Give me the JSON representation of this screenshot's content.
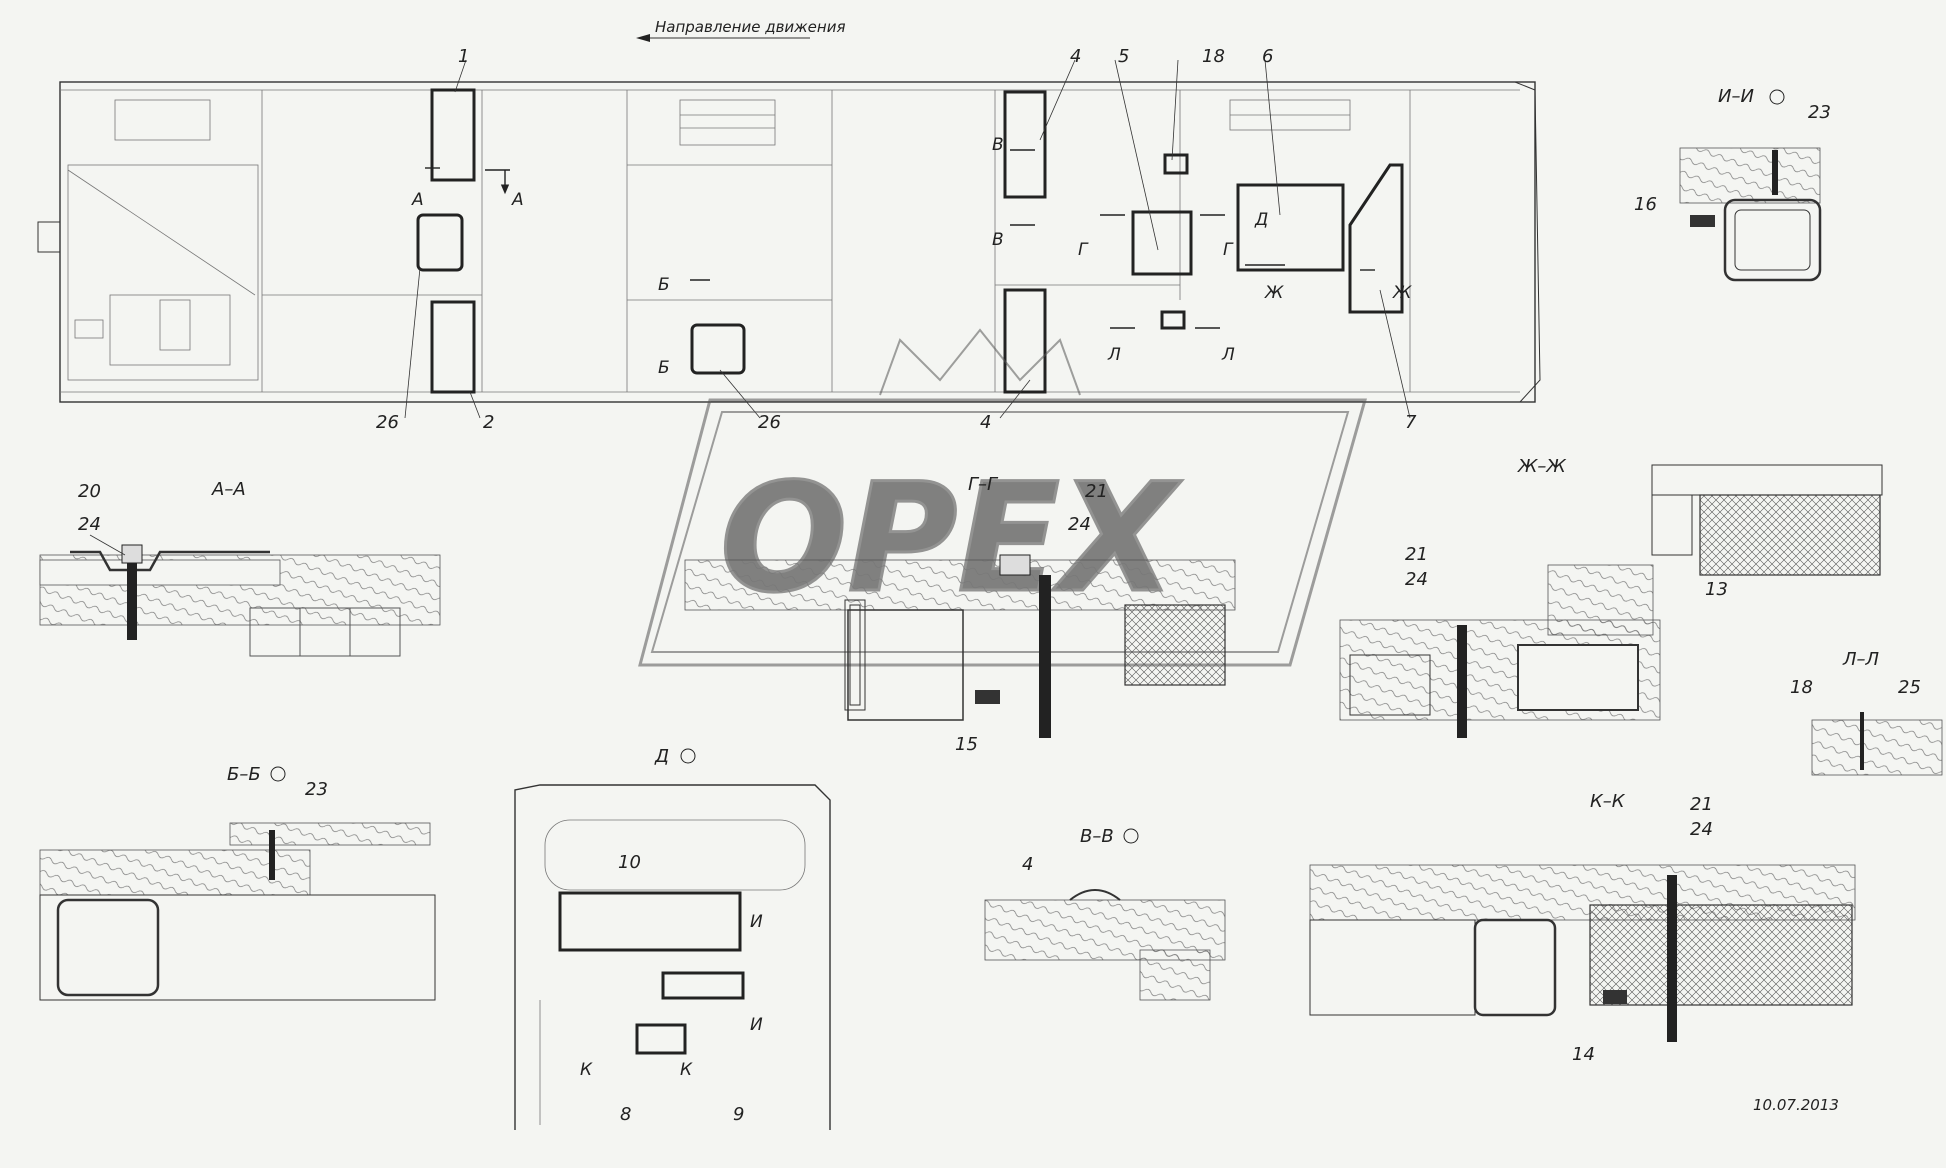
{
  "direction": "Направление движения",
  "watermark": "OPEX",
  "date": "10.07.2013",
  "callouts": {
    "c1": "1",
    "c2": "2",
    "c4a": "4",
    "c4b": "4",
    "c5": "5",
    "c6": "6",
    "c7": "7",
    "c18": "18",
    "c26a": "26",
    "c26b": "26"
  },
  "cut_marks": {
    "a1": "А",
    "a2": "А",
    "b1": "Б",
    "b2": "Б",
    "v1": "В",
    "v2": "В",
    "g1": "Г",
    "g2": "Г",
    "d1": "Д",
    "zh1": "Ж",
    "zh2": "Ж",
    "l1": "Л",
    "l2": "Л",
    "i1": "И",
    "i2": "И",
    "k1": "К",
    "k2": "К"
  },
  "sections": {
    "aa": {
      "title": "А–А",
      "labels": [
        "20",
        "24"
      ]
    },
    "gg": {
      "title": "Г–Г",
      "labels": [
        "21",
        "24",
        "15"
      ]
    },
    "zhzh": {
      "title": "Ж–Ж",
      "labels": [
        "21",
        "24",
        "13"
      ]
    },
    "ii": {
      "title": "И–И",
      "labels": [
        "23",
        "16"
      ]
    },
    "ll": {
      "title": "Л–Л",
      "labels": [
        "18",
        "25"
      ]
    },
    "bb": {
      "title": "Б–Б",
      "labels": [
        "23"
      ]
    },
    "dd": {
      "title": "Д",
      "labels": [
        "10",
        "9",
        "8"
      ],
      "marks": [
        "И",
        "И",
        "К",
        "К"
      ]
    },
    "vv": {
      "title": "В–В",
      "labels": [
        "4"
      ]
    },
    "kk": {
      "title": "К–К",
      "labels": [
        "21",
        "24",
        "14"
      ]
    }
  }
}
